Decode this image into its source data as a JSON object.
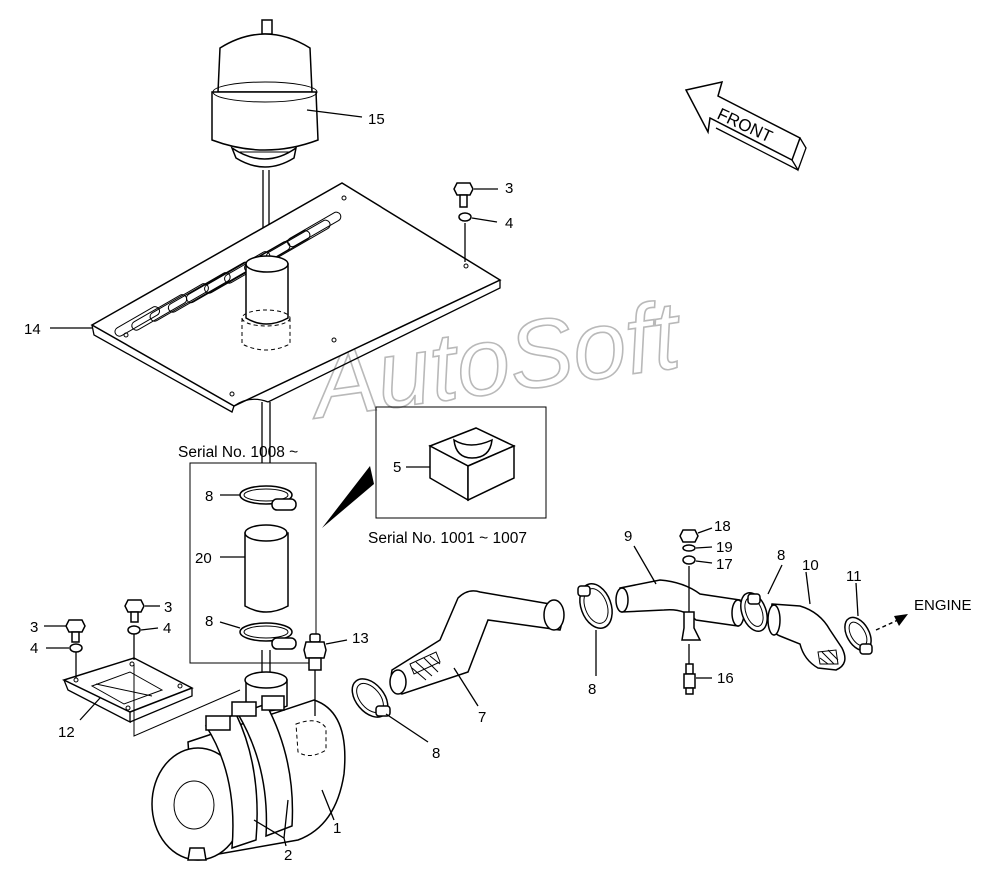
{
  "direction_arrow": {
    "label": "FRONT"
  },
  "engine_arrow": {
    "label": "ENGINE"
  },
  "watermark": {
    "text": "AutoSoft"
  },
  "captions": {
    "serial_new": "Serial No. 1008 ~",
    "serial_old": "Serial No. 1001 ~ 1007"
  },
  "callouts": {
    "c1": "1",
    "c2": "2",
    "c3a": "3",
    "c3b": "3",
    "c3c": "3",
    "c4a": "4",
    "c4b": "4",
    "c4c": "4",
    "c5": "5",
    "c7": "7",
    "c8a": "8",
    "c8b": "8",
    "c8c": "8",
    "c8d": "8",
    "c8e": "8",
    "c9": "9",
    "c10": "10",
    "c11": "11",
    "c12": "12",
    "c13": "13",
    "c14": "14",
    "c15": "15",
    "c16": "16",
    "c17": "17",
    "c18": "18",
    "c19": "19",
    "c20": "20"
  }
}
